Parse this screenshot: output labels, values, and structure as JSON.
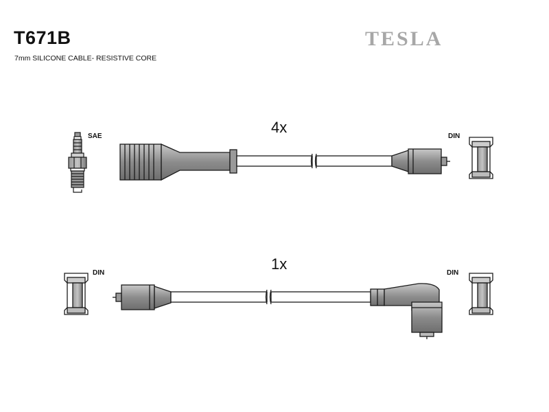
{
  "header": {
    "part_number": "T671B",
    "subtitle": "7mm SILICONE CABLE- RESISTIVE CORE",
    "brand": "TESLA"
  },
  "cables": [
    {
      "quantity": "4x",
      "left_label": "SAE",
      "right_label": "DIN"
    },
    {
      "quantity": "1x",
      "left_label": "DIN",
      "right_label": "DIN"
    }
  ],
  "colors": {
    "line": "#1a1a1a",
    "fill": "#8a8a8a",
    "brand": "#a7a7a7"
  }
}
